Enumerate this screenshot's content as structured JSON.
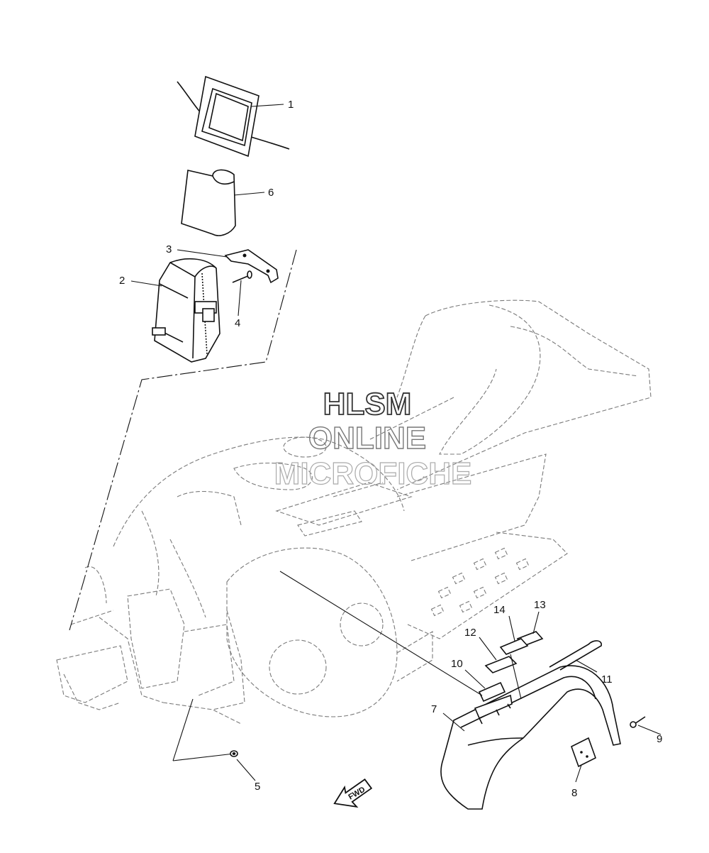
{
  "watermark": {
    "line1": "HLSM",
    "line2": "ONLINE",
    "line3": "MICROFICHE"
  },
  "fwd_arrow_label": "FWD",
  "callouts": [
    {
      "number": "1"
    },
    {
      "number": "2"
    },
    {
      "number": "3"
    },
    {
      "number": "4"
    },
    {
      "number": "5"
    },
    {
      "number": "6"
    },
    {
      "number": "7"
    },
    {
      "number": "8"
    },
    {
      "number": "9"
    },
    {
      "number": "10"
    },
    {
      "number": "11"
    },
    {
      "number": "12"
    },
    {
      "number": "13"
    },
    {
      "number": "14"
    }
  ],
  "colors": {
    "ink": "#111111",
    "ghost": "#7a7a7a",
    "watermark": "#555555",
    "background": "#ffffff"
  }
}
